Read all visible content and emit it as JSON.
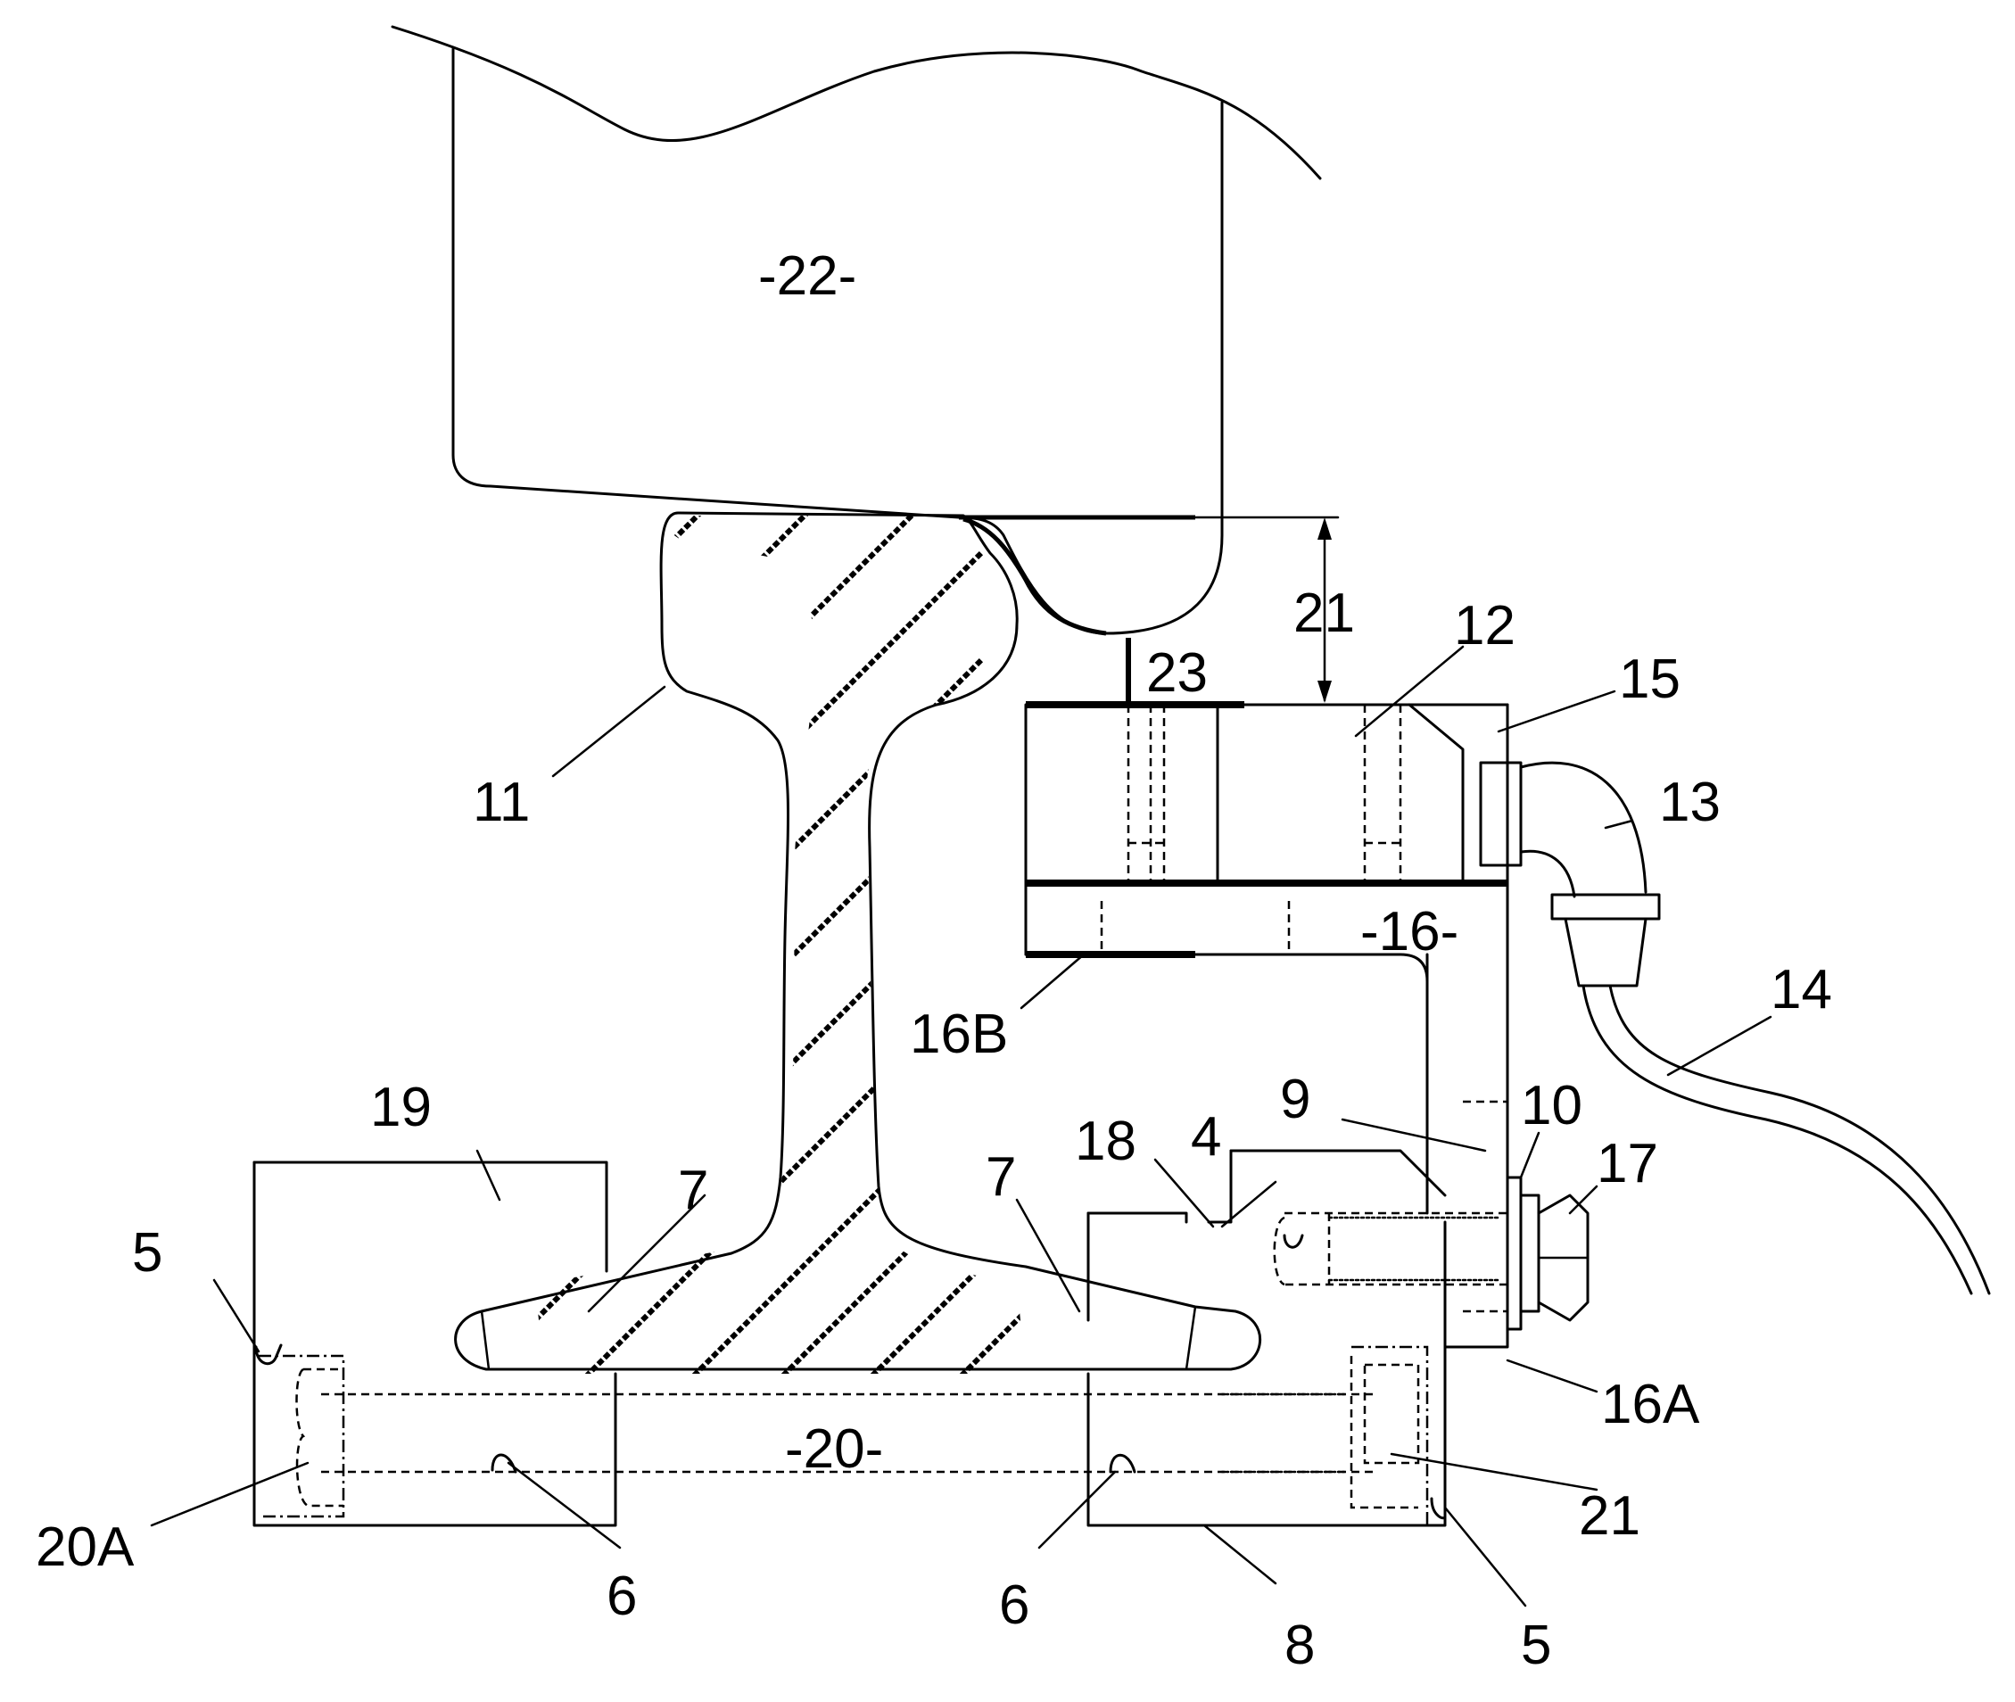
{
  "labels": {
    "wheel": "-22-",
    "l21_top": "21",
    "l12": "12",
    "l23": "23",
    "l15": "15",
    "l11": "11",
    "l13": "13",
    "l16": "-16-",
    "l14": "14",
    "l16B": "16B",
    "l9": "9",
    "l10": "10",
    "l19": "19",
    "l18": "18",
    "l4": "4",
    "l17": "17",
    "l7_left": "7",
    "l7_right": "7",
    "l5_left": "5",
    "l16A": "16A",
    "l20": "-20-",
    "l20A": "20A",
    "l21_right": "21",
    "l6_left": "6",
    "l6_right": "6",
    "l8": "8",
    "l5_right": "5"
  }
}
